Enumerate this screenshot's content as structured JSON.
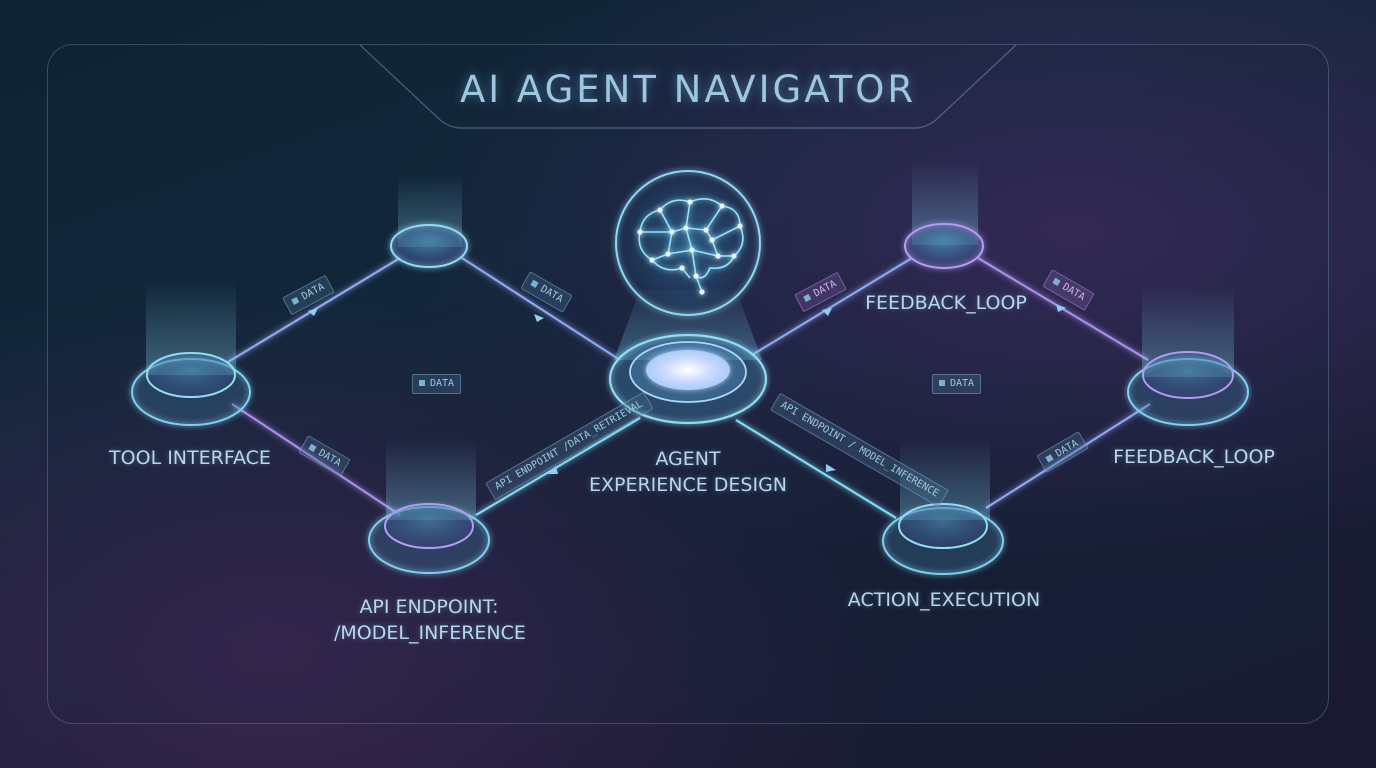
{
  "title": "AI AGENT NAVIGATOR",
  "nodes": {
    "tool_interface": "TOOL INTERFACE",
    "api_endpoint_line1": "API ENDPOINT:",
    "api_endpoint_line2": "/MODEL_INFERENCE",
    "agent_line1": "AGENT",
    "agent_line2": "EXPERIENCE DESIGN",
    "feedback_loop_top": "FEEDBACK_LOOP",
    "feedback_loop_right": "FEEDBACK_LOOP",
    "action_execution": "ACTION_EXECUTION"
  },
  "edge_tags": {
    "data": "DATA",
    "api_left": "API ENDPOINT /DATA_RETRIEVAL",
    "api_right": "API ENDPOINT / MODEL_INFERENCE"
  },
  "colors": {
    "cyan": "#7fd8f0",
    "purple": "#b08ce8",
    "label": "#b9d6ea"
  },
  "icons": {
    "center": "brain-network-icon"
  }
}
